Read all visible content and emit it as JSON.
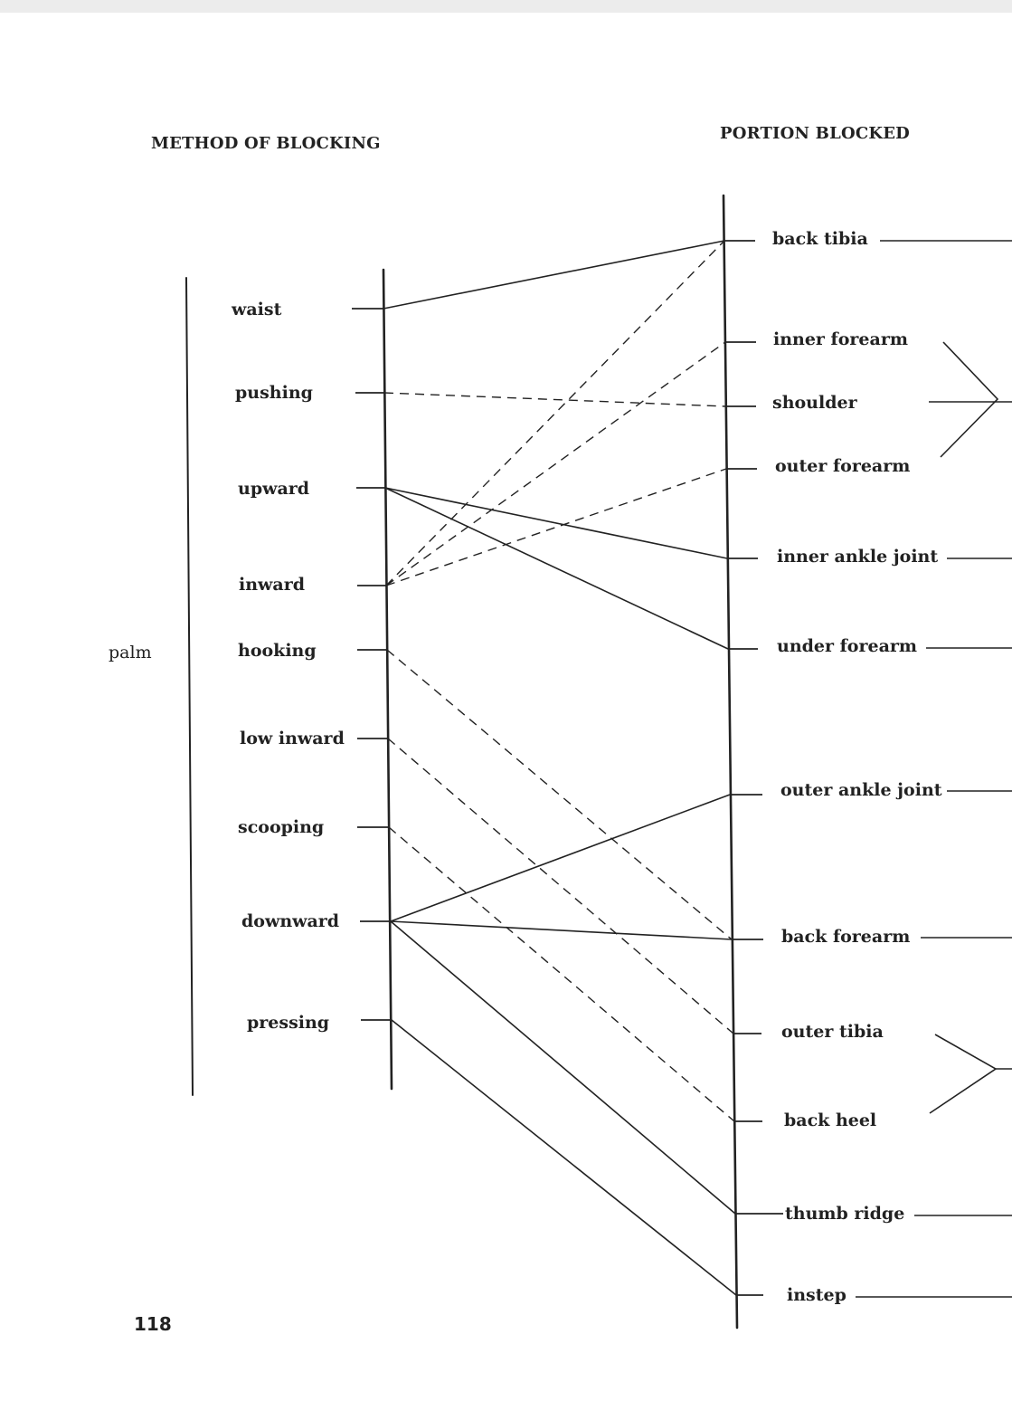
{
  "headings": {
    "method": "METHOD OF BLOCKING",
    "portion": "PORTION BLOCKED"
  },
  "group_label": "palm",
  "methods": [
    "waist",
    "pushing",
    "upward",
    "inward",
    "hooking",
    "low inward",
    "scooping",
    "downward",
    "pressing"
  ],
  "portions": [
    "back tibia",
    "inner forearm",
    "shoulder",
    "outer forearm",
    "inner ankle joint",
    "under forearm",
    "outer ankle joint",
    "back forearm",
    "outer tibia",
    "back heel",
    "thumb ridge",
    "instep"
  ],
  "connections": [
    {
      "method": "waist",
      "portion": "back tibia",
      "style": "solid"
    },
    {
      "method": "pushing",
      "portion": "shoulder",
      "style": "dashed"
    },
    {
      "method": "upward",
      "portion": "inner ankle joint",
      "style": "solid"
    },
    {
      "method": "upward",
      "portion": "under forearm",
      "style": "solid"
    },
    {
      "method": "inward",
      "portion": "back tibia",
      "style": "dashed"
    },
    {
      "method": "inward",
      "portion": "inner forearm",
      "style": "dashed"
    },
    {
      "method": "inward",
      "portion": "outer forearm",
      "style": "dashed"
    },
    {
      "method": "hooking",
      "portion": "back forearm",
      "style": "dashed"
    },
    {
      "method": "low inward",
      "portion": "outer tibia",
      "style": "dashed"
    },
    {
      "method": "scooping",
      "portion": "back heel",
      "style": "dashed"
    },
    {
      "method": "downward",
      "portion": "outer ankle joint",
      "style": "solid"
    },
    {
      "method": "downward",
      "portion": "back forearm",
      "style": "solid"
    },
    {
      "method": "downward",
      "portion": "thumb ridge",
      "style": "solid"
    },
    {
      "method": "pressing",
      "portion": "instep",
      "style": "solid"
    }
  ],
  "page_number": "118"
}
